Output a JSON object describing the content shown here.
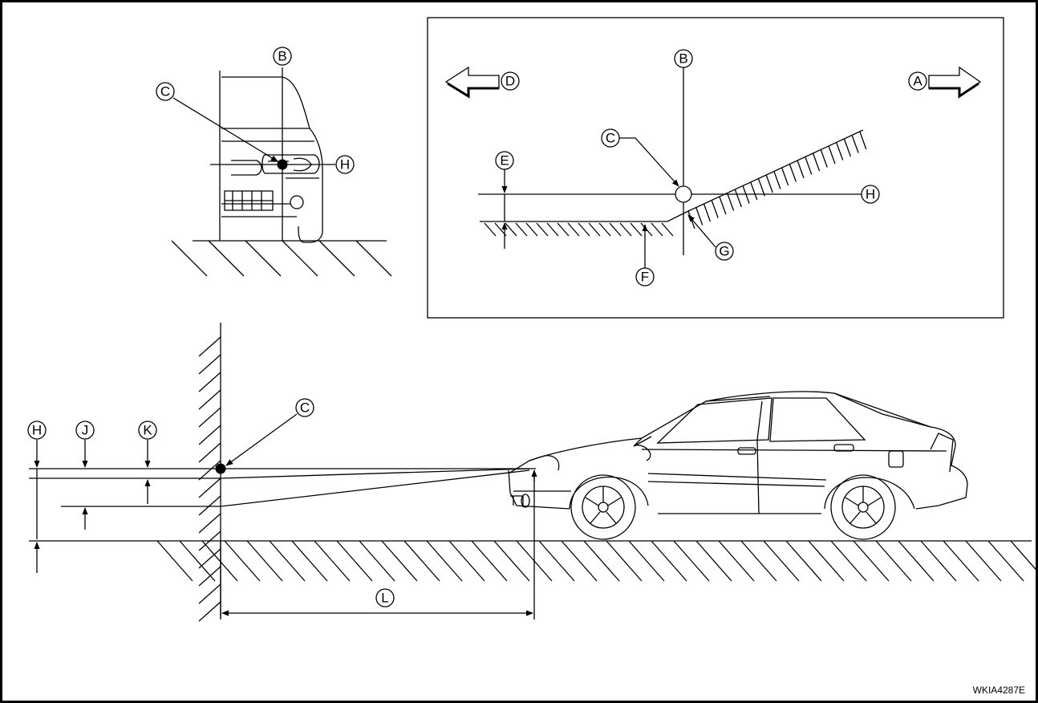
{
  "diagram": {
    "figure_code": "WKIA4287E",
    "labels": {
      "A": "A",
      "B": "B",
      "C": "C",
      "D": "D",
      "E": "E",
      "F": "F",
      "G": "G",
      "H": "H",
      "J": "J",
      "K": "K",
      "L": "L"
    }
  }
}
